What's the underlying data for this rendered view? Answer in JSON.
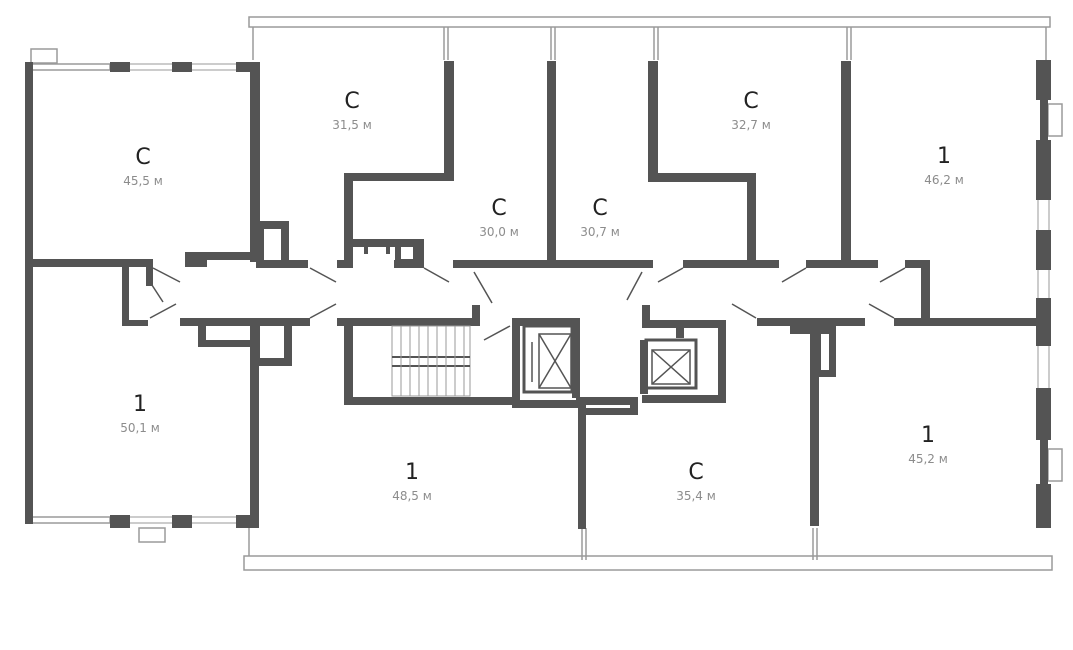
{
  "colors": {
    "wall": "#545454",
    "thin_line": "#9a9a9a",
    "type_text": "#222222",
    "area_text": "#8c8c8c",
    "background": "#ffffff"
  },
  "apartments": [
    {
      "id": "a1",
      "type": "С",
      "area": "45,5 м"
    },
    {
      "id": "a2",
      "type": "С",
      "area": "31,5 м"
    },
    {
      "id": "a3",
      "type": "С",
      "area": "30,0 м"
    },
    {
      "id": "a4",
      "type": "С",
      "area": "30,7 м"
    },
    {
      "id": "a5",
      "type": "С",
      "area": "32,7 м"
    },
    {
      "id": "a6",
      "type": "1",
      "area": "46,2 м"
    },
    {
      "id": "a7",
      "type": "1",
      "area": "50,1 м"
    },
    {
      "id": "a8",
      "type": "1",
      "area": "48,5 м"
    },
    {
      "id": "a9",
      "type": "С",
      "area": "35,4 м"
    },
    {
      "id": "a10",
      "type": "1",
      "area": "45,2 м"
    }
  ],
  "icons": {
    "elevator_left": "elevator-icon",
    "elevator_right": "elevator-icon",
    "staircase": "staircase-icon"
  }
}
